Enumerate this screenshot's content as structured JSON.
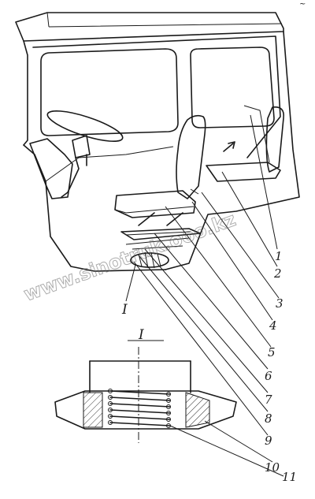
{
  "figure": {
    "part_labels": [
      "1",
      "2",
      "3",
      "4",
      "5",
      "6",
      "7",
      "8",
      "9",
      "10",
      "11"
    ],
    "detail_label_main": "I",
    "detail_label_section": "I",
    "corner_mark": "~",
    "watermark": "www.sinotruk.ooo.kz"
  }
}
